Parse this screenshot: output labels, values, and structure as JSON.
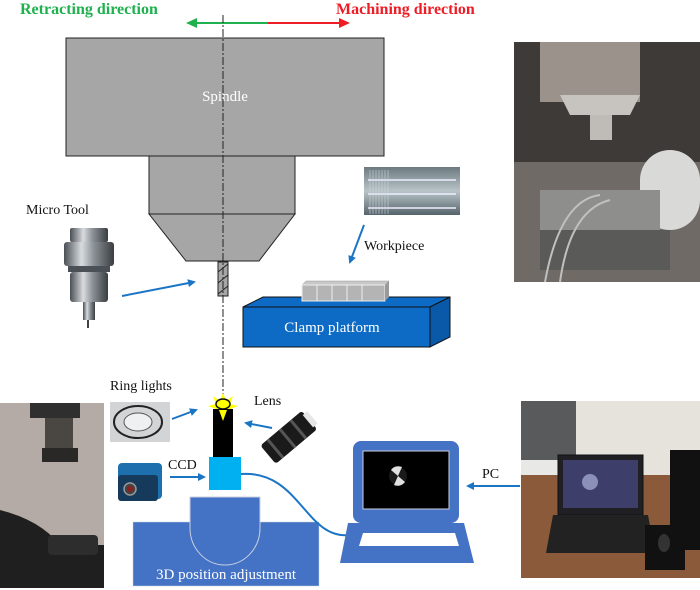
{
  "directions": {
    "retracting": "Retracting direction",
    "machining": "Machining direction",
    "retracting_color": "#1fb14e",
    "machining_color": "#ee1c24"
  },
  "labels": {
    "spindle": "Spindle",
    "micro_tool": "Micro Tool",
    "workpiece": "Workpiece",
    "clamp_platform": "Clamp platform",
    "ring_lights": "Ring lights",
    "lens": "Lens",
    "ccd": "CCD",
    "pc": "PC",
    "position_adjustment": "3D position adjustment"
  },
  "colors": {
    "spindle_gray": "#a6a6a6",
    "platform_blue": "#0d6bc6",
    "stage_blue": "#4472c4",
    "ccd_cyan": "#00b0f0",
    "arrow_blue": "#1b75c5",
    "light_yellow": "#ffff00"
  },
  "photos": [
    {
      "name": "machine-tool-photo",
      "description": "CNC machine spindle and fixture"
    },
    {
      "name": "micro-tool-photo",
      "description": "Micro tool holder"
    },
    {
      "name": "workpiece-photo",
      "description": "Machined workpiece grooves"
    },
    {
      "name": "ring-light-photo",
      "description": "Ring light"
    },
    {
      "name": "lens-photo",
      "description": "Lens"
    },
    {
      "name": "ccd-camera-photo",
      "description": "CCD camera"
    },
    {
      "name": "tool-setup-photo",
      "description": "Tool under microscope"
    },
    {
      "name": "pc-setup-photo",
      "description": "Laptop workstation"
    }
  ]
}
